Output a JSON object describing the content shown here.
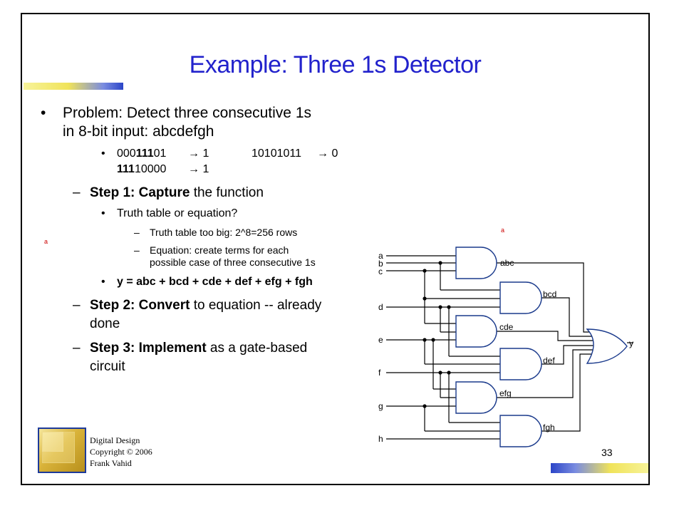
{
  "slide": {
    "title": "Example: Three 1s Detector",
    "bullet": "•",
    "problem_line1": "Problem: Detect three consecutive 1s",
    "problem_line2": "in 8-bit input: abcdefgh",
    "ex1_bold_pre": "000",
    "ex1_bold": "111",
    "ex1_post": "01",
    "ex1_arrow": "→ 1",
    "ex2": "10101011",
    "ex2_arrow": "→ 0",
    "ex3_bold": "111",
    "ex3_post": "10000",
    "ex3_arrow": "→ 1",
    "dash": "–",
    "step1_bold1": "Step 1: Capture",
    "step1_rest": " the function",
    "truth_q": "Truth table or equation?",
    "sub1": "Truth table too big: 2^8=256 rows",
    "sub2_line1": "Equation: create terms for each",
    "sub2_line2": "possible case of three consecutive 1s",
    "equation": "y = abc + bcd + cde + def + efg + fgh",
    "step2_bold": "Step 2: Convert",
    "step2_rest": " to equation -- already",
    "step2_line2": "done",
    "step3_bold": "Step 3: Implement",
    "step3_rest": " as a gate-based",
    "step3_line2": "circuit",
    "marker": "a",
    "footer_line1": "Digital Design",
    "footer_line2": "Copyright © 2006",
    "footer_line3": "Frank Vahid",
    "page_number": "33"
  },
  "circuit": {
    "inputs": [
      "a",
      "b",
      "c",
      "d",
      "e",
      "f",
      "g",
      "h"
    ],
    "gates": [
      "abc",
      "bcd",
      "cde",
      "def",
      "efg",
      "fgh"
    ],
    "output": "y"
  },
  "colors": {
    "title": "#2222cc",
    "gate_stroke": "#1a3a8c",
    "marker": "#cc0000"
  }
}
